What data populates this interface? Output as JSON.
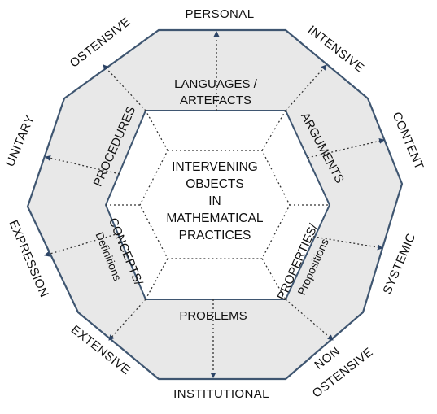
{
  "colors": {
    "outline": "#3f5671",
    "ring_fill": "#e8e8e8",
    "center_fill": "#ffffff",
    "dotted": "#333333",
    "arrow": "#2c4466"
  },
  "center": {
    "lines": [
      "INTERVENING",
      "OBJECTS",
      "IN",
      "MATHEMATICAL",
      "PRACTICES"
    ]
  },
  "ring_labels": {
    "languages": [
      "LANGUAGES /",
      "ARTEFACTS"
    ],
    "arguments": "ARGUMENTS",
    "properties": "PROPERTIES/",
    "propositions": "Propositions",
    "problems": "PROBLEMS",
    "concepts": "CONCEPTS/",
    "definitions": "Definitions",
    "procedures": "PROCEDURES"
  },
  "outer_labels": {
    "personal": "PERSONAL",
    "intensive": "INTENSIVE",
    "content": "CONTENT",
    "systemic": "SYSTEMIC",
    "non": "NON",
    "ostensive_bottom": "OSTENSIVE",
    "institutional": "INSTITUTIONAL",
    "extensive": "EXTENSIVE",
    "expression": "EXPRESSION",
    "unitary": "UNITARY",
    "ostensive_top": "OSTENSIVE"
  }
}
